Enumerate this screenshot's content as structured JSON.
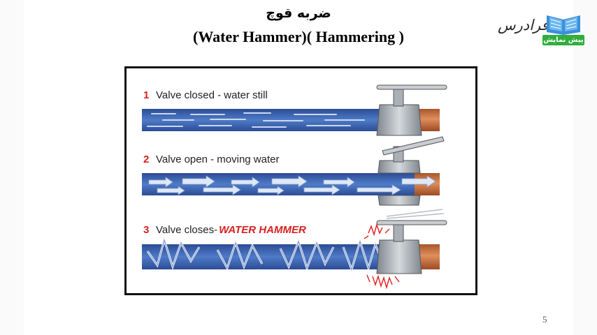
{
  "slide": {
    "title_fa": "ضربه قوچ",
    "title_en": "(Water Hammer)( Hammering )",
    "page_number": "5"
  },
  "logo": {
    "word": "فرادرس",
    "badge": "پیش نمایش",
    "icon": "open-book-icon"
  },
  "diagram": {
    "panels": [
      {
        "num": "1",
        "text": "Valve closed - water still",
        "highlight": ""
      },
      {
        "num": "2",
        "text": "Valve open - moving water",
        "highlight": ""
      },
      {
        "num": "3",
        "text": "Valve closes-",
        "highlight": "WATER HAMMER"
      }
    ],
    "colors": {
      "pipe_blue": "#3a5fa8",
      "number_red": "#d62020",
      "copper": "#c86b3a",
      "valve_gray": "#9aa0a6"
    }
  }
}
